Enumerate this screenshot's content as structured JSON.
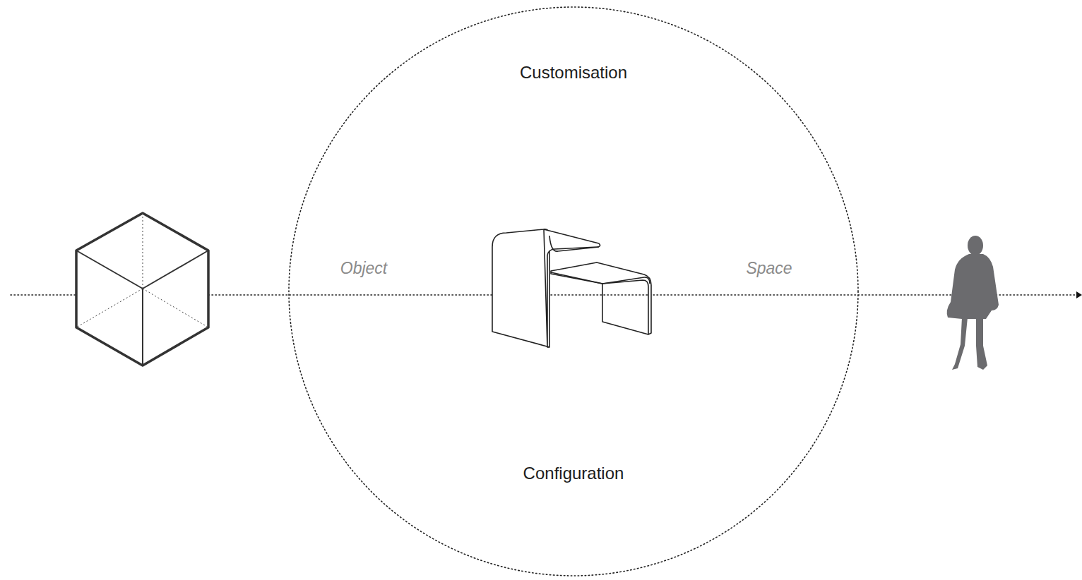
{
  "diagram": {
    "nodes": [
      {
        "text": [
          "Customisation",
          "Object",
          "Space",
          "Configuration"
        ]
      }
    ]
  }
}
